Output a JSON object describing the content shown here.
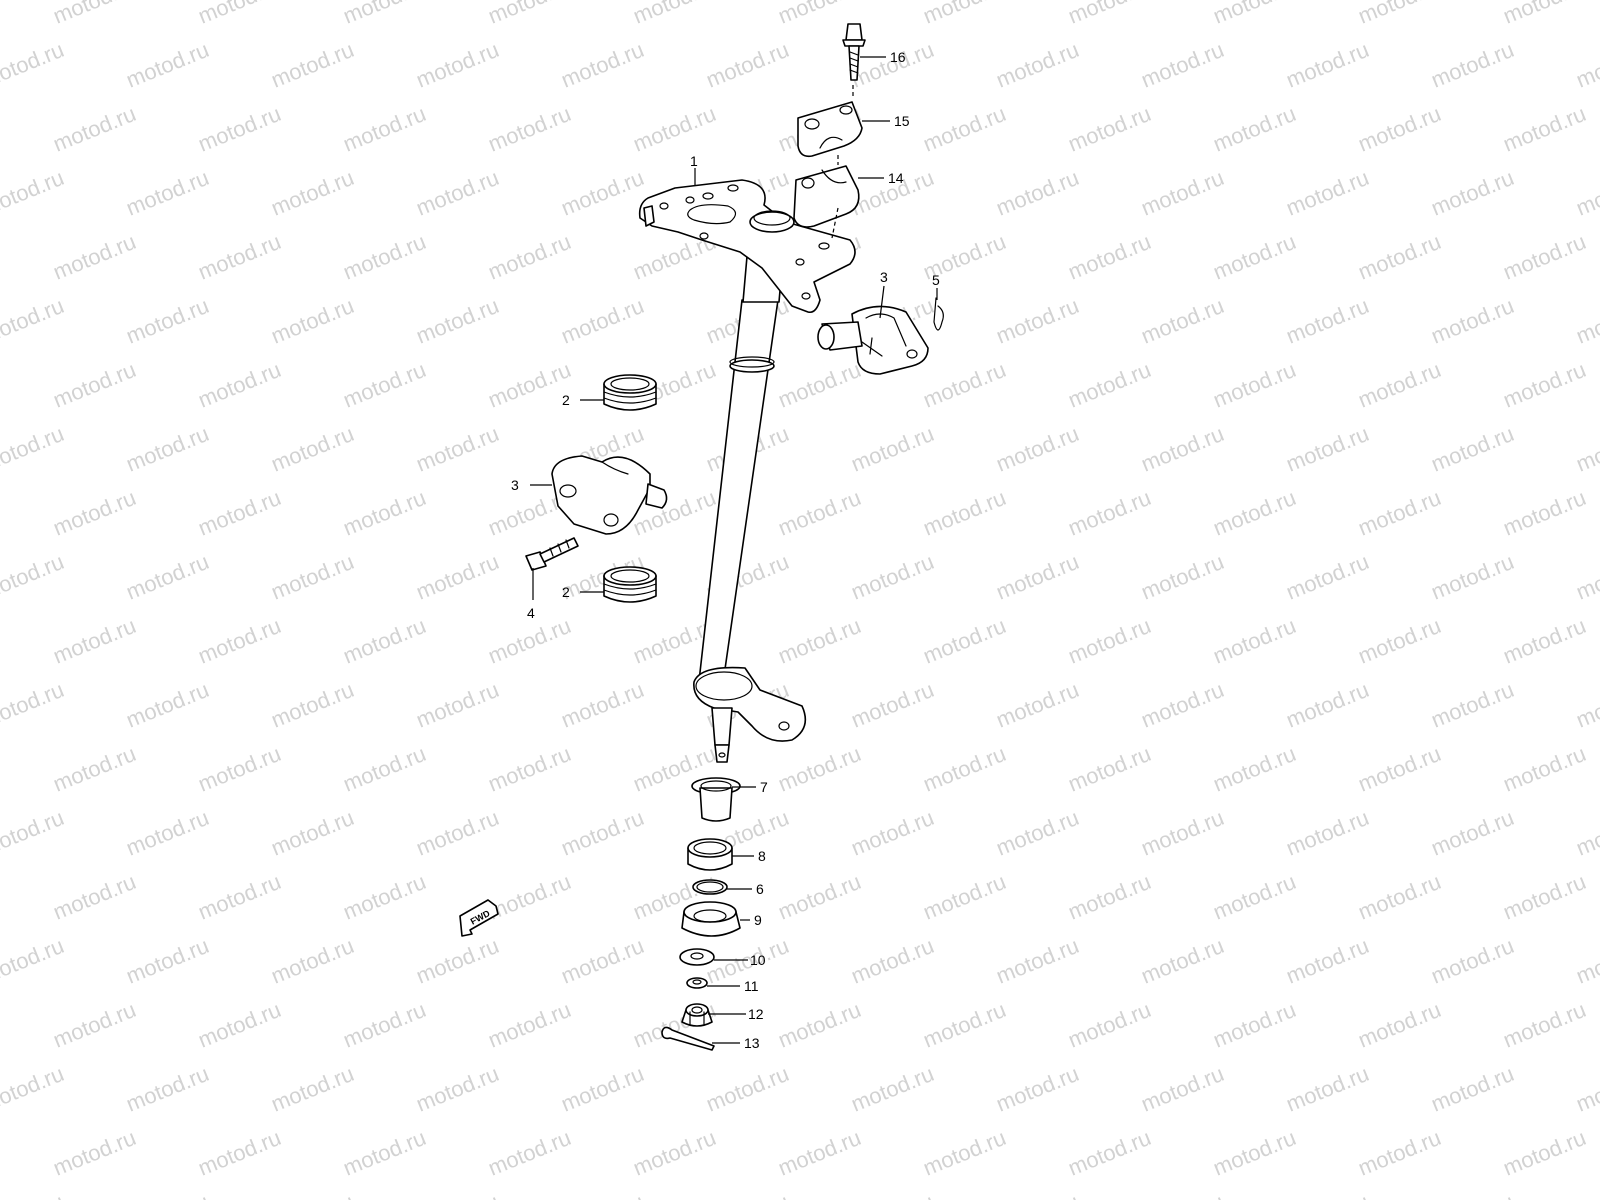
{
  "watermark": {
    "text": "motod.ru",
    "color": "#d2d2d2"
  },
  "fwd_badge": {
    "label": "FWD"
  },
  "callouts": [
    {
      "id": "c1",
      "text": "1"
    },
    {
      "id": "c2a",
      "text": "2"
    },
    {
      "id": "c2b",
      "text": "2"
    },
    {
      "id": "c3a",
      "text": "3"
    },
    {
      "id": "c3b",
      "text": "3"
    },
    {
      "id": "c4",
      "text": "4"
    },
    {
      "id": "c5",
      "text": "5"
    },
    {
      "id": "c6",
      "text": "6"
    },
    {
      "id": "c7",
      "text": "7"
    },
    {
      "id": "c8",
      "text": "8"
    },
    {
      "id": "c9",
      "text": "9"
    },
    {
      "id": "c10",
      "text": "10"
    },
    {
      "id": "c11",
      "text": "11"
    },
    {
      "id": "c12",
      "text": "12"
    },
    {
      "id": "c13",
      "text": "13"
    },
    {
      "id": "c14",
      "text": "14"
    },
    {
      "id": "c15",
      "text": "15"
    },
    {
      "id": "c16",
      "text": "16"
    }
  ]
}
